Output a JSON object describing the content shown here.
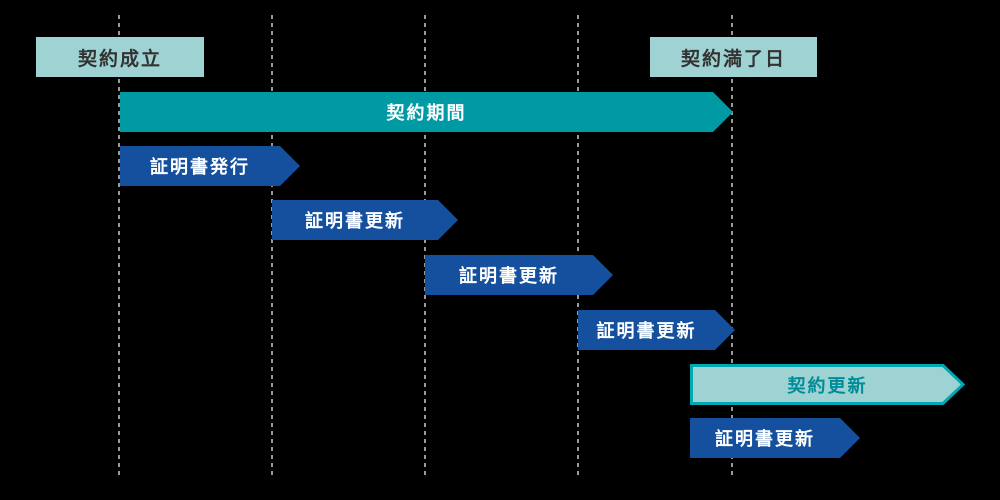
{
  "diagram_title": "contract-and-certificate-timeline",
  "milestones": [
    {
      "id": "contract-start",
      "label": "契約成立"
    },
    {
      "id": "contract-expiry",
      "label": "契約満了日"
    }
  ],
  "bars": [
    {
      "id": "contract-period",
      "label": "契約期間",
      "style": "teal-solid"
    },
    {
      "id": "cert-issue",
      "label": "証明書発行",
      "style": "blue-solid"
    },
    {
      "id": "cert-renewal-1",
      "label": "証明書更新",
      "style": "blue-solid"
    },
    {
      "id": "cert-renewal-2",
      "label": "証明書更新",
      "style": "blue-solid"
    },
    {
      "id": "cert-renewal-3",
      "label": "証明書更新",
      "style": "blue-solid"
    },
    {
      "id": "contract-renewal",
      "label": "契約更新",
      "style": "teal-outline"
    },
    {
      "id": "cert-renewal-final",
      "label": "証明書更新",
      "style": "blue-solid"
    }
  ],
  "gridline_count": 5,
  "colors": {
    "background": "#000000",
    "period_teal": "#009aa4",
    "cert_blue": "#14509e",
    "milestone_fill": "#9ed2d3",
    "milestone_text": "#333333",
    "renewal_border": "#00a8b2",
    "renewal_text": "#008c99",
    "gridline": "#999999",
    "bar_text": "#ffffff"
  }
}
